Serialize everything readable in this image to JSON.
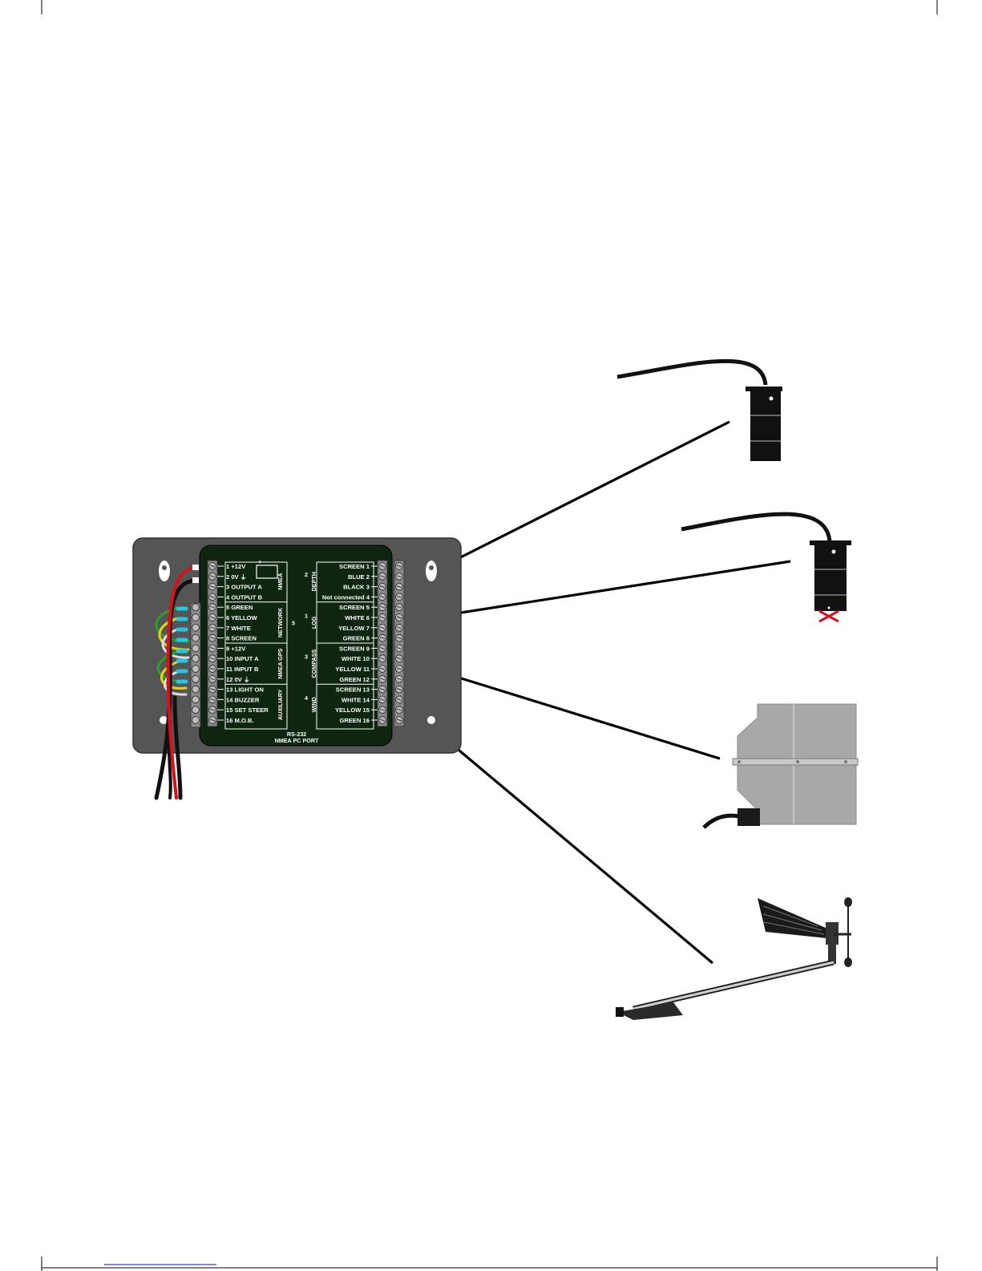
{
  "colors": {
    "page": "#ffffff",
    "plate": "#555555",
    "board": "#0e2610",
    "wire_red": "#d8101a",
    "wire_black": "#111111",
    "terminal": "#7a7a7a"
  },
  "left_terminals": [
    {
      "label": "1  +12V"
    },
    {
      "label": "2  0V ⏚"
    },
    {
      "label": "3  OUTPUT A"
    },
    {
      "label": "4  OUTPUT B"
    },
    {
      "label": "5  GREEN"
    },
    {
      "label": "6  YELLOW"
    },
    {
      "label": "7  WHITE"
    },
    {
      "label": "8  SCREEN"
    },
    {
      "label": "9  +12V"
    },
    {
      "label": "10 INPUT A"
    },
    {
      "label": "11 INPUT B"
    },
    {
      "label": "12 0V ⏚"
    },
    {
      "label": "13 LIGHT ON"
    },
    {
      "label": "14 BUZZER"
    },
    {
      "label": "15 SET STEER"
    },
    {
      "label": "16 M.O.B."
    }
  ],
  "left_groups": [
    {
      "name": "NMEA",
      "number": ""
    },
    {
      "name": "NETWORK",
      "number": "5"
    },
    {
      "name": "NMEA GPS",
      "number": ""
    },
    {
      "name": "AUXILIARY",
      "number": ""
    }
  ],
  "right_terminals": [
    {
      "label": "SCREEN  1"
    },
    {
      "label": "BLUE  2"
    },
    {
      "label": "BLACK  3"
    },
    {
      "label": "Not connected  4"
    },
    {
      "label": "SCREEN  5"
    },
    {
      "label": "WHITE  6"
    },
    {
      "label": "YELLOW  7"
    },
    {
      "label": "GREEN  8"
    },
    {
      "label": "SCREEN  9"
    },
    {
      "label": "WHITE 10"
    },
    {
      "label": "YELLOW 11"
    },
    {
      "label": "GREEN 12"
    },
    {
      "label": "SCREEN 13"
    },
    {
      "label": "WHITE 14"
    },
    {
      "label": "YELLOW 15"
    },
    {
      "label": "GREEN 16"
    }
  ],
  "right_groups": [
    {
      "name": "DEPTH",
      "number": "2"
    },
    {
      "name": "LOG",
      "number": "1"
    },
    {
      "name": "COMPASS",
      "number": "3"
    },
    {
      "name": "WIND",
      "number": "4"
    }
  ],
  "battery_symbol": "+  –",
  "bottom_label_1": "RS-232",
  "bottom_label_2": "NMEA PC PORT",
  "sensors": [
    {
      "icon": "depth-transducer-icon"
    },
    {
      "icon": "log-transducer-icon"
    },
    {
      "icon": "compass-icon"
    },
    {
      "icon": "wind-vane-icon"
    }
  ]
}
